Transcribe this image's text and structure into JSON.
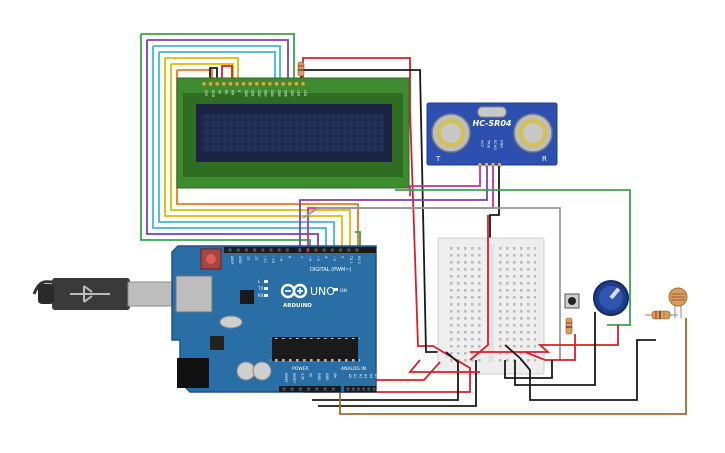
{
  "lcd": {
    "pins": [
      "VSS",
      "VDD",
      "V0",
      "RS",
      "RW",
      "E",
      "DB0",
      "DB1",
      "DB2",
      "DB3",
      "DB4",
      "DB5",
      "DB6",
      "DB7",
      "LED",
      "LED"
    ]
  },
  "sonar": {
    "model": "HC-SR04",
    "pins": [
      "VCC",
      "TRIG",
      "ECHO",
      "GND"
    ],
    "left_mark": "T",
    "right_mark": "R"
  },
  "arduino": {
    "logo_text": "ARDUINO",
    "model": "UNO",
    "digital_label": "DIGITAL (PWM~)",
    "power_label": "POWER",
    "analog_label": "ANALOG IN",
    "on_label": "ON",
    "tx_label": "TX",
    "rx_label": "RX",
    "l_label": "L",
    "digital_pins": [
      "AREF",
      "GND",
      "13",
      "12",
      "~11",
      "~10",
      "~9",
      "8",
      "7",
      "~6",
      "~5",
      "4",
      "~3",
      "2",
      "TX 1",
      "RX 0"
    ],
    "power_pins": [
      "IOREF",
      "RESET",
      "3.3V",
      "5V",
      "GND",
      "GND",
      "Vin"
    ],
    "analog_pins": [
      "A0",
      "A1",
      "A2",
      "A3",
      "A4",
      "A5"
    ]
  },
  "colors": {
    "board": "#2a6ea6",
    "board_dark": "#1d5587",
    "lcd_pcb": "#3f8b2f",
    "lcd_screen": "#1b2442",
    "sonar_pcb": "#2d4fb0",
    "breadboard": "#eeeeee",
    "wire_red": "#d8202a",
    "wire_black": "#1a1a1a",
    "wire_green": "#3aa24a",
    "wire_purple": "#7b3fb5",
    "wire_cyan": "#40b8d8",
    "wire_yellow": "#e6b800",
    "wire_orange": "#e57c1c",
    "wire_gray": "#9a9a9a",
    "wire_brown": "#a86a2c",
    "wire_magenta": "#c0339a"
  }
}
